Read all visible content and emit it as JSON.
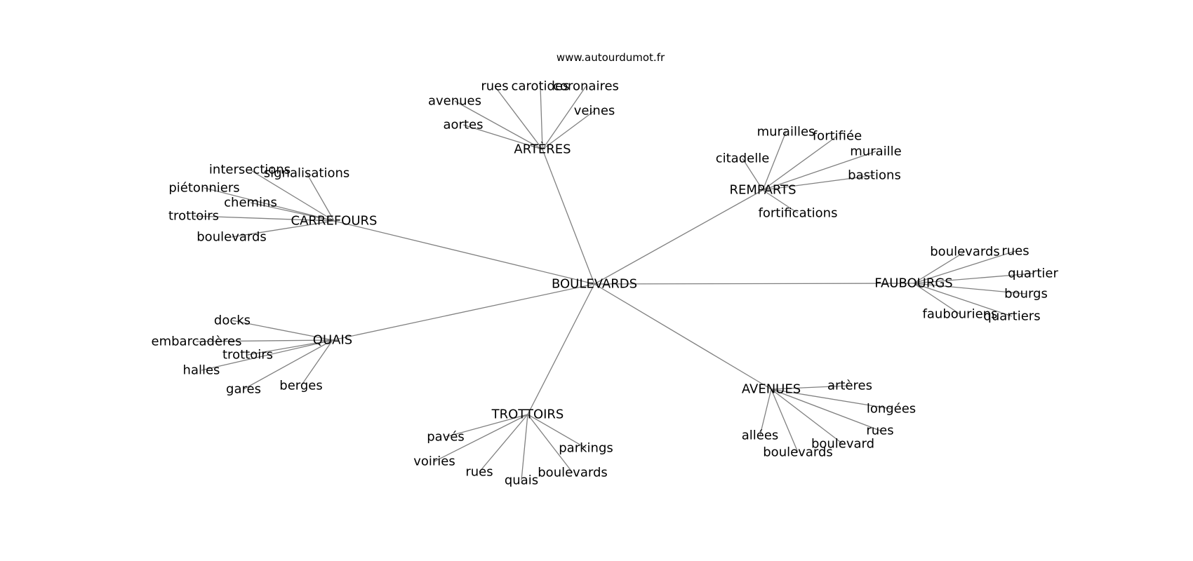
{
  "watermark": "www.autourdumot.fr",
  "graph": {
    "center": "BOULEVARDS",
    "hubs": [
      {
        "label": "ARTÈRES",
        "leaves": [
          "rues",
          "carotides",
          "coronaires",
          "avenues",
          "veines",
          "aortes"
        ]
      },
      {
        "label": "REMPARTS",
        "leaves": [
          "murailles",
          "fortifiée",
          "muraille",
          "citadelle",
          "bastions",
          "fortifications"
        ]
      },
      {
        "label": "CARREFOURS",
        "leaves": [
          "intersections",
          "signalisations",
          "piétonniers",
          "chemins",
          "trottoirs",
          "boulevards"
        ]
      },
      {
        "label": "FAUBOURGS",
        "leaves": [
          "boulevards",
          "rues",
          "quartier",
          "bourgs",
          "faubouriens",
          "quartiers"
        ]
      },
      {
        "label": "QUAIS",
        "leaves": [
          "docks",
          "embarcadères",
          "trottoirs",
          "halles",
          "gares",
          "berges"
        ]
      },
      {
        "label": "AVENUES",
        "leaves": [
          "artères",
          "longées",
          "rues",
          "boulevard",
          "allées",
          "boulevards"
        ]
      },
      {
        "label": "TROTTOIRS",
        "leaves": [
          "pavés",
          "parkings",
          "voiries",
          "rues",
          "boulevards",
          "quais"
        ]
      }
    ]
  }
}
